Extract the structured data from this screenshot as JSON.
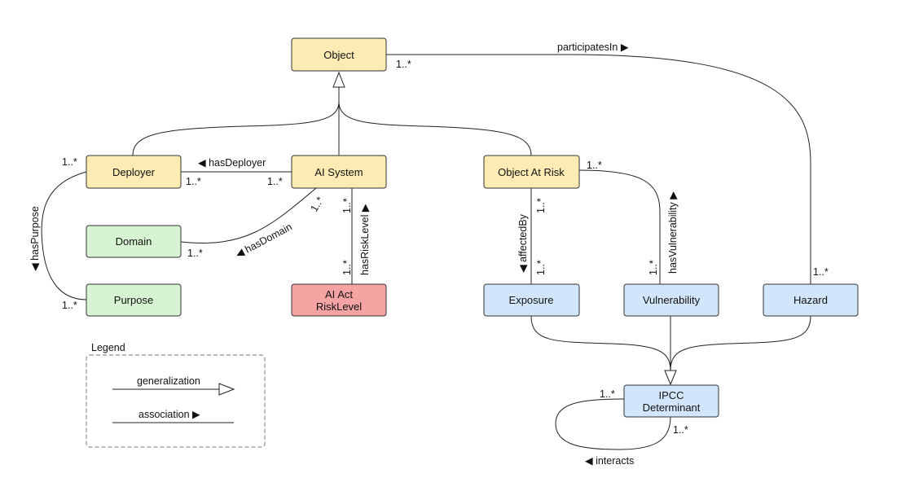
{
  "classes": {
    "object": "Object",
    "deployer": "Deployer",
    "ai_system": "AI System",
    "object_at_risk": "Object At Risk",
    "domain": "Domain",
    "purpose": "Purpose",
    "ai_act_risk_level": [
      "AI Act",
      "RiskLevel"
    ],
    "exposure": "Exposure",
    "vulnerability": "Vulnerability",
    "hazard": "Hazard",
    "ipcc_determinant": [
      "IPCC",
      "Determinant"
    ]
  },
  "associations": {
    "participates_in": "participatesIn ▶",
    "has_deployer": "◀ hasDeployer",
    "has_domain": "◀ hasDomain",
    "has_risk_level": "hasRiskLevel ▶",
    "affected_by": "◀ affectedBy",
    "has_vulnerability": "hasVulnerability ▶",
    "has_purpose": "◀ hasPurpose",
    "interacts": "◀ interacts"
  },
  "multiplicity": "1..*",
  "legend": {
    "title": "Legend",
    "generalization": "generalization",
    "association": "association ▶"
  },
  "colors": {
    "yellow_fill": "#fcecb4",
    "yellow_stroke": "#d8b95f",
    "green_fill": "#d7f4d2",
    "green_stroke": "#8fbf88",
    "red_fill": "#f6a3a3",
    "red_stroke": "#c26a6a",
    "blue_fill": "#d2e6fb",
    "blue_stroke": "#7fa6cf"
  }
}
